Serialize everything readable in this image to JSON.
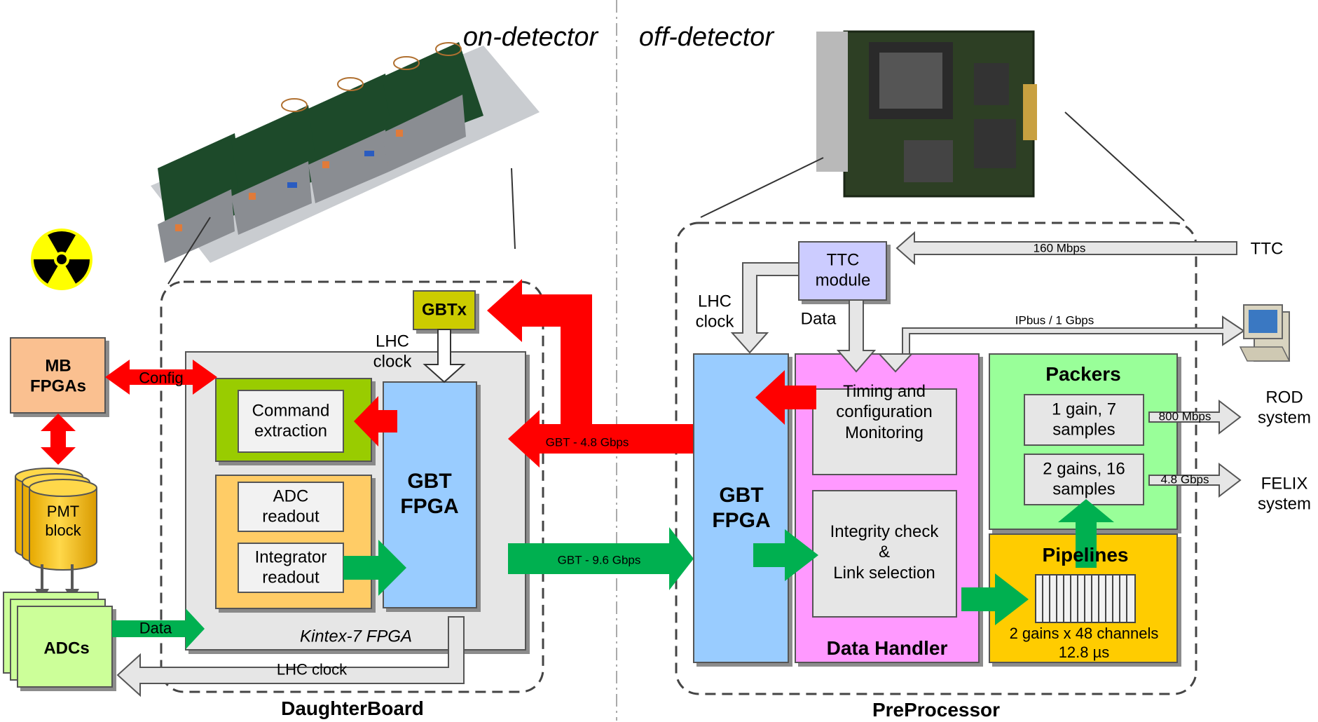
{
  "regions": {
    "on_detector": "on-detector",
    "off_detector": "off-detector"
  },
  "daughterboard": {
    "title": "DaughterBoard",
    "fpga_label": "Kintex-7 FPGA",
    "gbtx": "GBTx",
    "lhc_clock": "LHC\nclock",
    "command_extraction": "Command\nextraction",
    "adc_readout": "ADC\nreadout",
    "integrator_readout": "Integrator\nreadout",
    "gbt_fpga": "GBT\nFPGA"
  },
  "left_blocks": {
    "mb_fpgas": "MB\nFPGAs",
    "config": "Config",
    "pmt_block": "PMT\nblock",
    "adcs": "ADCs",
    "data": "Data",
    "lhc_clock": "LHC clock"
  },
  "links": {
    "downlink": "GBT - 4.8 Gbps",
    "uplink": "GBT - 9.6 Gbps"
  },
  "preprocessor": {
    "title": "PreProcessor",
    "ttc_module": "TTC\nmodule",
    "lhc_clock": "LHC\nclock",
    "data": "Data",
    "gbt_fpga": "GBT\nFPGA",
    "timing": "Timing and\nconfiguration\nMonitoring",
    "integrity": "Integrity check\n&\nLink selection",
    "data_handler": "Data Handler",
    "packers_title": "Packers",
    "packer1": "1 gain, 7\nsamples",
    "packer2": "2 gains, 16\nsamples",
    "pipelines_title": "Pipelines",
    "pipelines_desc": "2 gains x 48 channels\n12.8 µs"
  },
  "external": {
    "ttc": "TTC",
    "ttc_rate": "160 Mbps",
    "ipbus": "IPbus / 1 Gbps",
    "rod": "ROD\nsystem",
    "rod_rate": "800 Mbps",
    "felix": "FELIX\nsystem",
    "felix_rate": "4.8 Gbps"
  },
  "icons": [
    "radiation-icon",
    "computer-icon",
    "daughterboard-photo",
    "preprocessor-board-photo"
  ],
  "colors": {
    "red_arrow": "#ff0000",
    "green_arrow": "#00b050",
    "gbt_fpga": "#99ccff",
    "data_handler": "#ff99ff",
    "packers": "#99ff99",
    "pipelines": "#ffcc00",
    "ttc_module": "#ccccff",
    "mb_fpgas": "#fac090",
    "adcs": "#ccff99",
    "pmt": "#ffcc00",
    "command_block": "#99cc00",
    "readout_block": "#ffcc66"
  }
}
